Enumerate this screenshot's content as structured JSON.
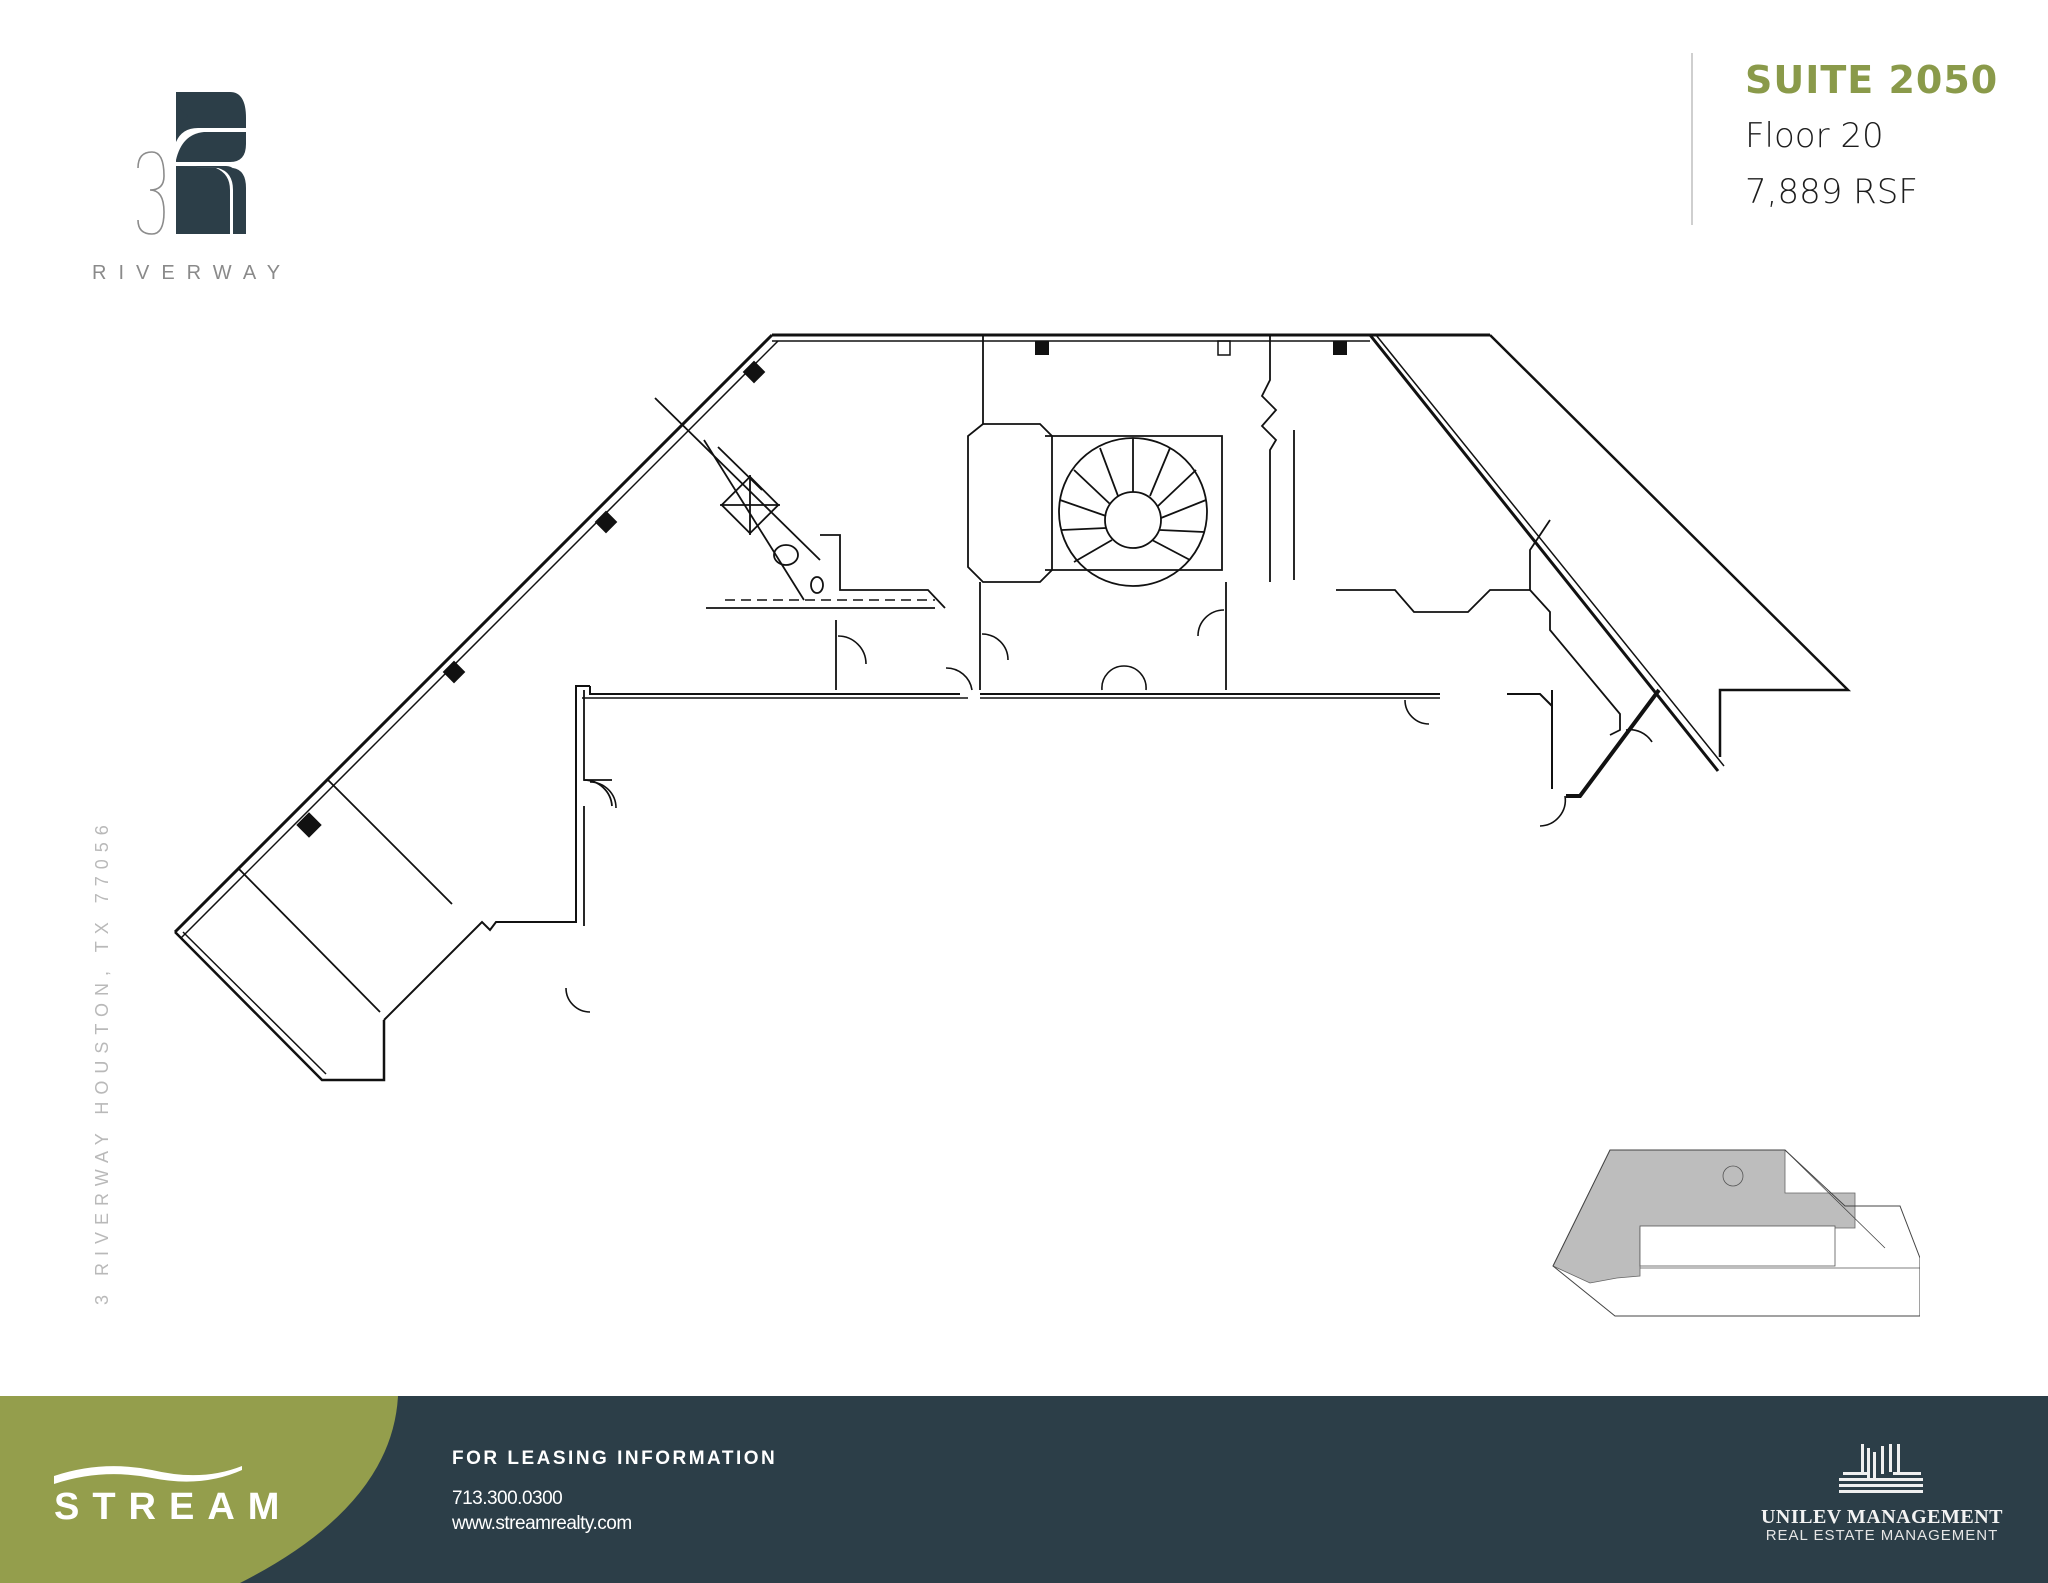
{
  "brand": {
    "logo_digit": "3",
    "logo_letter_icon": "stylized-r-monogram",
    "name": "RIVERWAY",
    "primary_color": "#2c3e48"
  },
  "suite": {
    "title": "SUITE 2050",
    "floor": "Floor 20",
    "area": "7,889 RSF",
    "accent_color": "#8a9a4a"
  },
  "address": {
    "vertical_text": "3 RIVERWAY HOUSTON, TX 77056"
  },
  "floor_plan": {
    "label": "Suite 2050 floor plan",
    "features": [
      "spiral-staircase",
      "restroom",
      "columns",
      "doors",
      "windows-perimeter"
    ]
  },
  "key_plan": {
    "label": "Floor 20 key plan",
    "highlight_color": "#bdbdbd"
  },
  "footer": {
    "background_color": "#2c3e48",
    "green_color": "#949e4c",
    "stream_logo_text": "STREAM",
    "leasing_title": "FOR LEASING INFORMATION",
    "phone": "713.300.0300",
    "website": "www.streamrealty.com",
    "management_name": "UNILEV MANAGEMENT",
    "management_subtitle": "REAL ESTATE MANAGEMENT"
  }
}
